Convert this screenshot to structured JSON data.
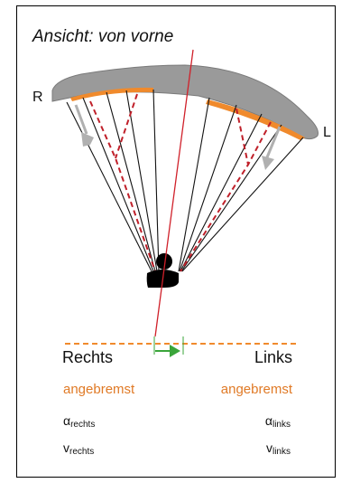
{
  "title": "Ansicht: von vorne",
  "labels": {
    "left_side_marker": "R",
    "right_side_marker": "L"
  },
  "sides": {
    "right": {
      "name": "Rechts",
      "state": "angebremst",
      "alpha_symbol": "α",
      "alpha_subscript": "rechts",
      "v_symbol": "v",
      "v_subscript": "rechts"
    },
    "left": {
      "name": "Links",
      "state": "angebremst",
      "alpha_symbol": "α",
      "alpha_subscript": "links",
      "v_symbol": "v",
      "v_subscript": "links"
    }
  },
  "colors": {
    "wing": "#9a9a9a",
    "brake_highlight": "#f08a2c",
    "brake_lines": "#c0202a",
    "axis_line": "#d0202a",
    "movement_arrow": "#3aa53a",
    "deflection_arrows": "#b0b0b0"
  }
}
